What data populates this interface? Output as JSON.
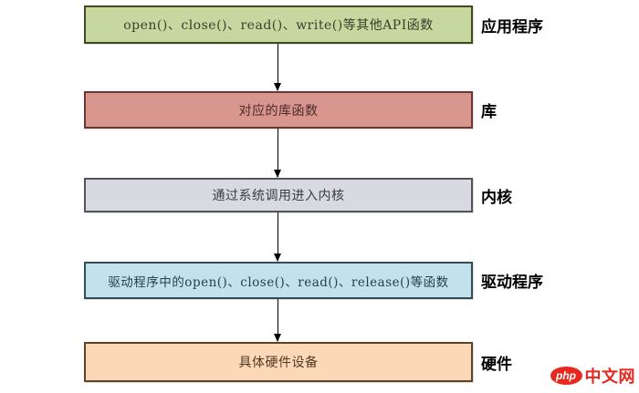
{
  "diagram": {
    "layers": [
      {
        "box_text": "open()、close()、read()、write()等其他API函数",
        "side_label": "应用程序",
        "fill": "#c7d7a0",
        "border": "#41491f",
        "text_color": "#37412a"
      },
      {
        "box_text": "对应的库函数",
        "side_label": "库",
        "fill": "#d9968f",
        "border": "#6e3531",
        "text_color": "#4d2a27"
      },
      {
        "box_text": "通过系统调用进入内核",
        "side_label": "内核",
        "fill": "#d9d9e2",
        "border": "#53535c",
        "text_color": "#3c3c44"
      },
      {
        "box_text": "驱动程序中的open()、close()、read()、release()等函数",
        "side_label": "驱动程序",
        "fill": "#c3e1ea",
        "border": "#2f4e59",
        "text_color": "#25414c"
      },
      {
        "box_text": "具体硬件设备",
        "side_label": "硬件",
        "fill": "#fcd8b8",
        "border": "#5f4327",
        "text_color": "#4f3a22"
      }
    ]
  },
  "watermark": {
    "logo_text": "php",
    "site_text": "中文网",
    "logo_color": "#e6281e"
  }
}
